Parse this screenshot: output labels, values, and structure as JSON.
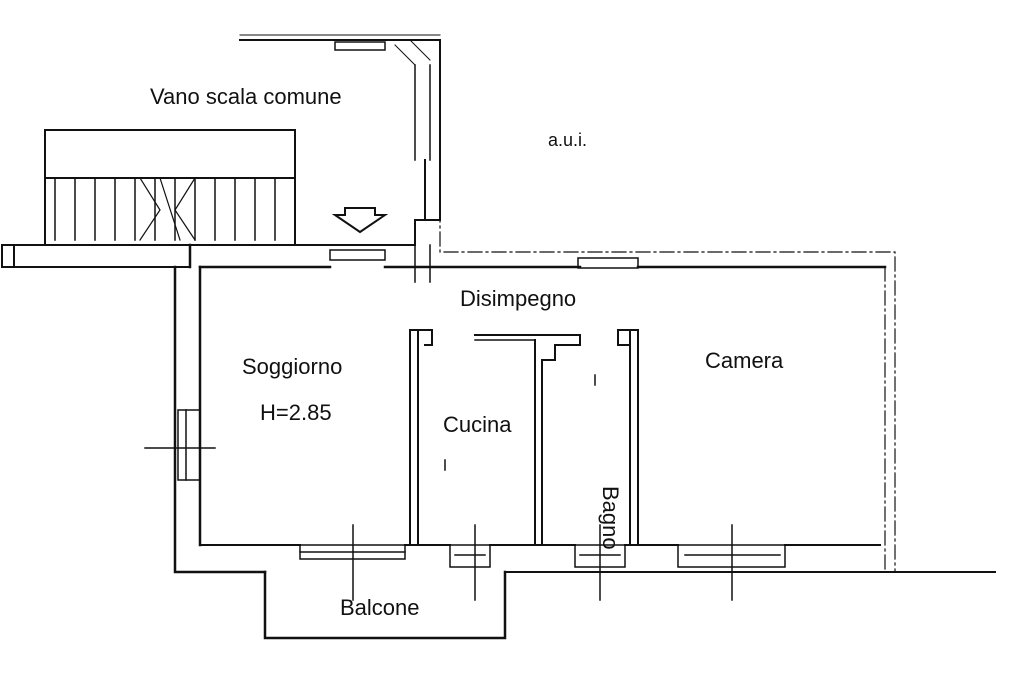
{
  "labels": {
    "stair": "Vano scala comune",
    "aui": "a.u.i.",
    "hallway": "Disimpegno",
    "living": "Soggiorno",
    "height": "H=2.85",
    "kitchen": "Cucina",
    "bath": "Bagno",
    "bedroom": "Camera",
    "balcony": "Balcone"
  },
  "colors": {
    "line": "#111111",
    "background": "#ffffff"
  }
}
